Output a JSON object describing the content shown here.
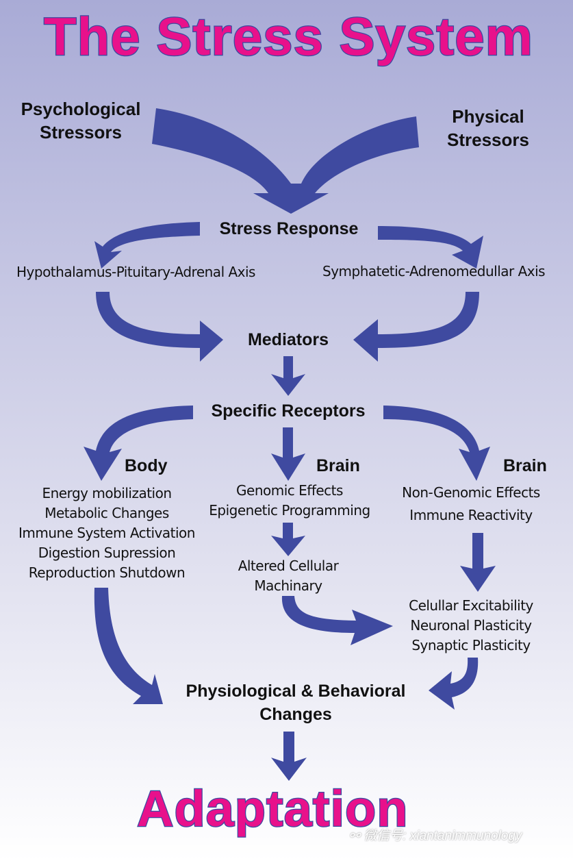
{
  "title": "The Stress System",
  "stressors": {
    "psychological": [
      "Psychological",
      "Stressors"
    ],
    "physical": [
      "Physical",
      "Stressors"
    ]
  },
  "stress_response": "Stress Response",
  "axes": {
    "hpa": "Hypothalamus-Pituitary-Adrenal Axis",
    "sam": "Symphatetic-Adrenomedullar Axis"
  },
  "mediators": "Mediators",
  "specific_receptors": "Specific Receptors",
  "body": {
    "label": "Body",
    "effects": [
      "Energy mobilization",
      "Metabolic Changes",
      "Immune System Activation",
      "Digestion Supression",
      "Reproduction Shutdown"
    ]
  },
  "brain_genomic": {
    "label": "Brain",
    "effects": [
      "Genomic Effects",
      "Epigenetic Programming"
    ],
    "result": [
      "Altered Cellular",
      "Machinary"
    ]
  },
  "brain_nongenomic": {
    "label": "Brain",
    "effects": [
      "Non-Genomic Effects",
      "Immune Reactivity"
    ]
  },
  "plasticity": [
    "Celullar Excitability",
    "Neuronal Plasticity",
    "Synaptic Plasticity"
  ],
  "changes": [
    "Physiological & Behavioral",
    "Changes"
  ],
  "outcome": "Adaptation",
  "watermark": "微信号: xiantanimmunology",
  "colors": {
    "arrow": "#3f4aa0",
    "title": "#e8118b",
    "title_outline": "#3c4aa0"
  }
}
